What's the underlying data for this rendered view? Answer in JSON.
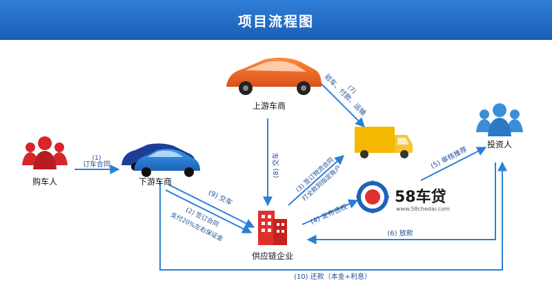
{
  "header": {
    "title": "项目流程图"
  },
  "nodes": {
    "buyer": "购车人",
    "downstream": "下游车商",
    "upstream": "上游车商",
    "enterprise": "供应链企业",
    "investor": "投资人"
  },
  "brand": {
    "name": "58车贷",
    "url": "www.58chedai.com"
  },
  "steps": {
    "s1_num": "(1)",
    "s1_text": "订车合同",
    "s2_num": "(2) 签订合同",
    "s2_text": "支付20%左右保证金",
    "s3_num": "(3) 签订物流合同",
    "s3_text": "打全款到指定账户",
    "s4": "(4) 发布债权",
    "s5": "(5) 审核推荐",
    "s6": "(6) 放款",
    "s7_num": "(7)",
    "s7_text": "验车、付款、运输",
    "s8": "(8) 交车",
    "s9": "(9) 交车",
    "s10": "(10) 还款（本金+利息）"
  },
  "colors": {
    "header": "#1a5fb4",
    "arrow": "#2a7fd4",
    "person_red": "#d7262b",
    "person_blue": "#3b8fd9",
    "upstream_car": "#f06b24",
    "downstream_car": "#1f3f96",
    "truck": "#f5b800",
    "enterprise": "#e0302c"
  }
}
